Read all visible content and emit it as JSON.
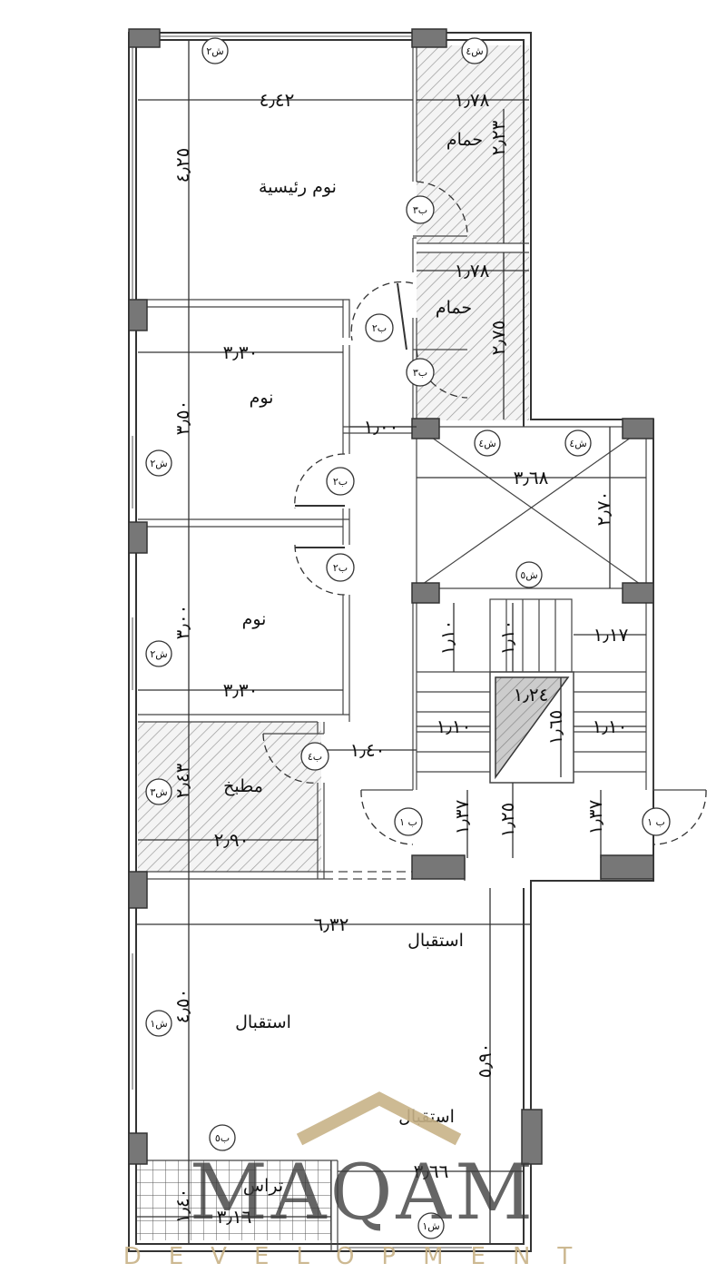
{
  "rooms": {
    "master_bedroom": "نوم رئيسية",
    "bath_top": "حمام",
    "bath_mid": "حمام",
    "bedroom_1": "نوم",
    "bedroom_2": "نوم",
    "kitchen": "مطبخ",
    "reception_1": "استقبال",
    "reception_2": "استقبال",
    "reception_3": "استقبال",
    "terrace": "تراس"
  },
  "dimensions": {
    "master_width": "٤٫٤٢",
    "master_height": "٤٫٢٥",
    "bath_top_width": "١٫٧٨",
    "bath_top_height": "٢٫٢٣",
    "bath_mid_width": "١٫٧٨",
    "bath_mid_height": "٢٫٧٥",
    "bed1_width": "٣٫٣٠",
    "bed1_height": "٣٫٥٠",
    "corridor": "١٫٠٠",
    "lightwell_width": "٣٫٦٨",
    "lightwell_height": "٢٫٧٠",
    "bed2_height": "٣٫٠٠",
    "bed2_width": "٣٫٣٠",
    "stair_left": "١٫١٠",
    "stair_mid": "١٫١٠",
    "stair_right": "١٫١٧",
    "stair_well": "١٫٢٤",
    "stair_well_h": "١٫٦٥",
    "stair_flight_l": "١٫١٠",
    "stair_flight_r": "١٫١٠",
    "kitchen_door": "١٫٤٠",
    "kitchen_height": "٢٫٤٣",
    "kitchen_width": "٢٫٩٠",
    "lobby_left": "١٫٣٧",
    "lobby_mid": "١٫٢٥",
    "lobby_right": "١٫٣٧",
    "reception_width": "٦٫٣٢",
    "reception_height": "٤٫٥٠",
    "reception_right_h": "٥٫٩٠",
    "balcony_width": "٣٫٦٦",
    "terrace_width": "٣٫١٦",
    "terrace_height": "١٫٤٠"
  },
  "tags": {
    "w2_top": "ش٢",
    "w4_top": "ش٤",
    "b3_a": "ب٣",
    "b2_a": "ب٢",
    "b3_b": "ب٣",
    "w4_l": "ش٤",
    "w4_r": "ش٤",
    "w2_bed1": "ش٢",
    "b2_b": "ب٢",
    "b2_c": "ب٢",
    "w5": "ش٥",
    "w2_bed2": "ش٢",
    "b4": "ب٤",
    "w3": "ش٣",
    "b1_l": "ب ١",
    "b1_r": "ب ١",
    "w1": "ش١",
    "b5": "ب٥",
    "w1_bottom": "ش١"
  },
  "logo": {
    "word": "MAQAM",
    "sub": "DEVELOPMENT"
  },
  "colors": {
    "wall": "#333333",
    "column": "#777777",
    "hatch": "#9a9a9a",
    "logo_gold": "#c8b287",
    "logo_dark": "#3a3a3a"
  }
}
